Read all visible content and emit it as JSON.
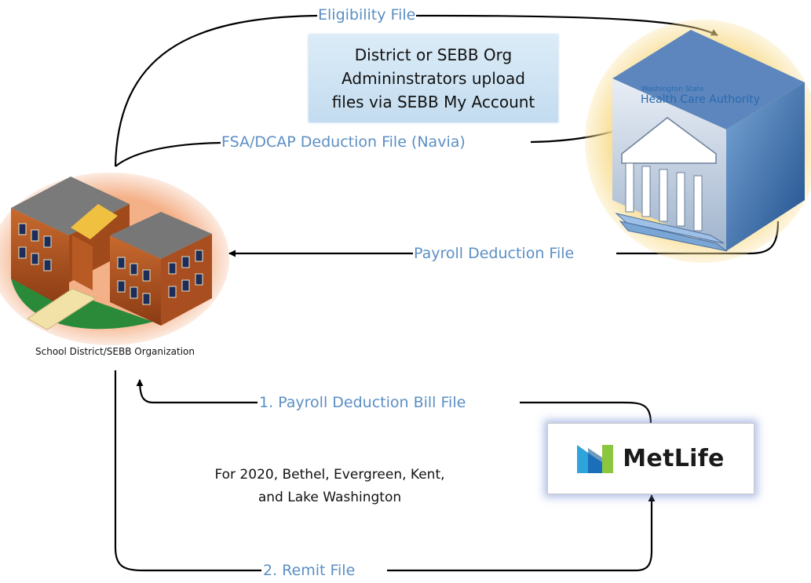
{
  "flows": {
    "eligibility": "Eligibility File",
    "fsa_dcap": "FSA/DCAP Deduction File (Navia)",
    "payroll_deduction": "Payroll Deduction File",
    "bill_file": "1. Payroll Deduction Bill File",
    "remit_file": "2. Remit File"
  },
  "note": {
    "line1": "District or SEBB Org",
    "line2": "Admininstrators upload",
    "line3": "files via SEBB My Account"
  },
  "school": {
    "caption": "School District/SEBB Organization",
    "icon": "school-building-icon"
  },
  "hca": {
    "state": "Washington State",
    "name": "Health Care Authority",
    "icon": "government-building-icon"
  },
  "metlife": {
    "name": "MetLife",
    "icon": "metlife-logo-icon"
  },
  "footnote": {
    "line1": "For 2020, Bethel, Evergreen, Kent,",
    "line2": "and Lake Washington"
  },
  "colors": {
    "label_blue": "#5b8fc4",
    "connector": "#000000",
    "hca_glow": "#f6d98a",
    "school_glow": "#f0a070"
  }
}
